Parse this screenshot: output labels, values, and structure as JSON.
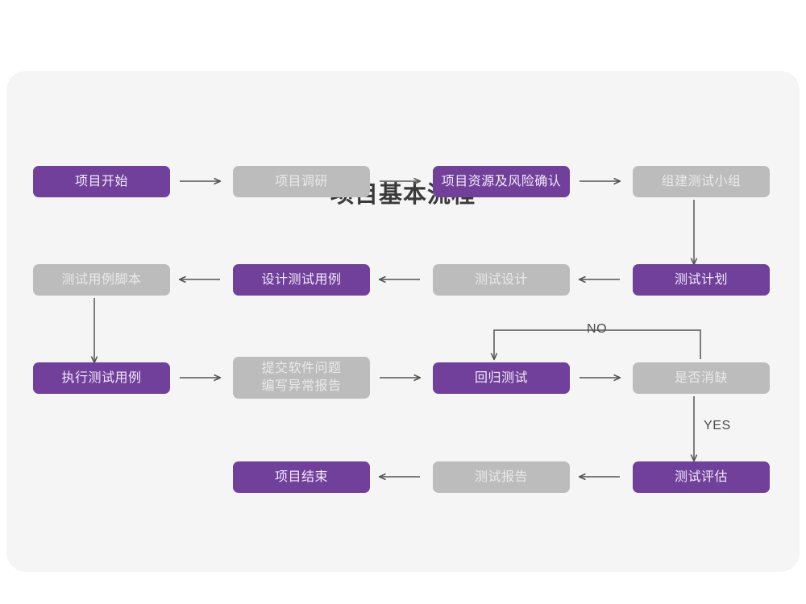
{
  "page": {
    "background": "#ffffff",
    "panel_color": "#f5f5f5"
  },
  "colors": {
    "purple": "#70409B",
    "purple_text": "#f2eaf8",
    "gray": "#bcbcbc",
    "gray_text": "#e9e9e9",
    "arrow": "#555555",
    "title_text": "#3a3a3a"
  },
  "chart": {
    "title": "项目基本流程"
  },
  "nodes": [
    {
      "id": "n1",
      "label": "项目开始",
      "label2": "",
      "style": "purple",
      "row": 1
    },
    {
      "id": "n2",
      "label": "项目调研",
      "label2": "",
      "style": "gray",
      "row": 1
    },
    {
      "id": "n3",
      "label": "项目资源及风险确认",
      "label2": "",
      "style": "purple",
      "row": 1
    },
    {
      "id": "n4",
      "label": "组建测试小组",
      "label2": "",
      "style": "gray",
      "row": 1
    },
    {
      "id": "n5",
      "label": "测试计划",
      "label2": "",
      "style": "purple",
      "row": 2
    },
    {
      "id": "n6",
      "label": "测试设计",
      "label2": "",
      "style": "gray",
      "row": 2
    },
    {
      "id": "n7",
      "label": "设计测试用例",
      "label2": "",
      "style": "purple",
      "row": 2
    },
    {
      "id": "n8",
      "label": "测试用例脚本",
      "label2": "",
      "style": "gray",
      "row": 2
    },
    {
      "id": "n9",
      "label": "执行测试用例",
      "label2": "",
      "style": "purple",
      "row": 3
    },
    {
      "id": "n10",
      "label": "提交软件问题",
      "label2": "编写异常报告",
      "style": "gray",
      "row": 3
    },
    {
      "id": "n11",
      "label": "回归测试",
      "label2": "",
      "style": "purple",
      "row": 3
    },
    {
      "id": "n12",
      "label": "是否消缺",
      "label2": "",
      "style": "gray",
      "row": 3
    },
    {
      "id": "n13",
      "label": "测试评估",
      "label2": "",
      "style": "purple",
      "row": 4
    },
    {
      "id": "n14",
      "label": "测试报告",
      "label2": "",
      "style": "gray",
      "row": 4
    },
    {
      "id": "n15",
      "label": "项目结束",
      "label2": "",
      "style": "purple",
      "row": 4
    }
  ],
  "edge_labels": {
    "no": "NO",
    "yes": "YES"
  }
}
